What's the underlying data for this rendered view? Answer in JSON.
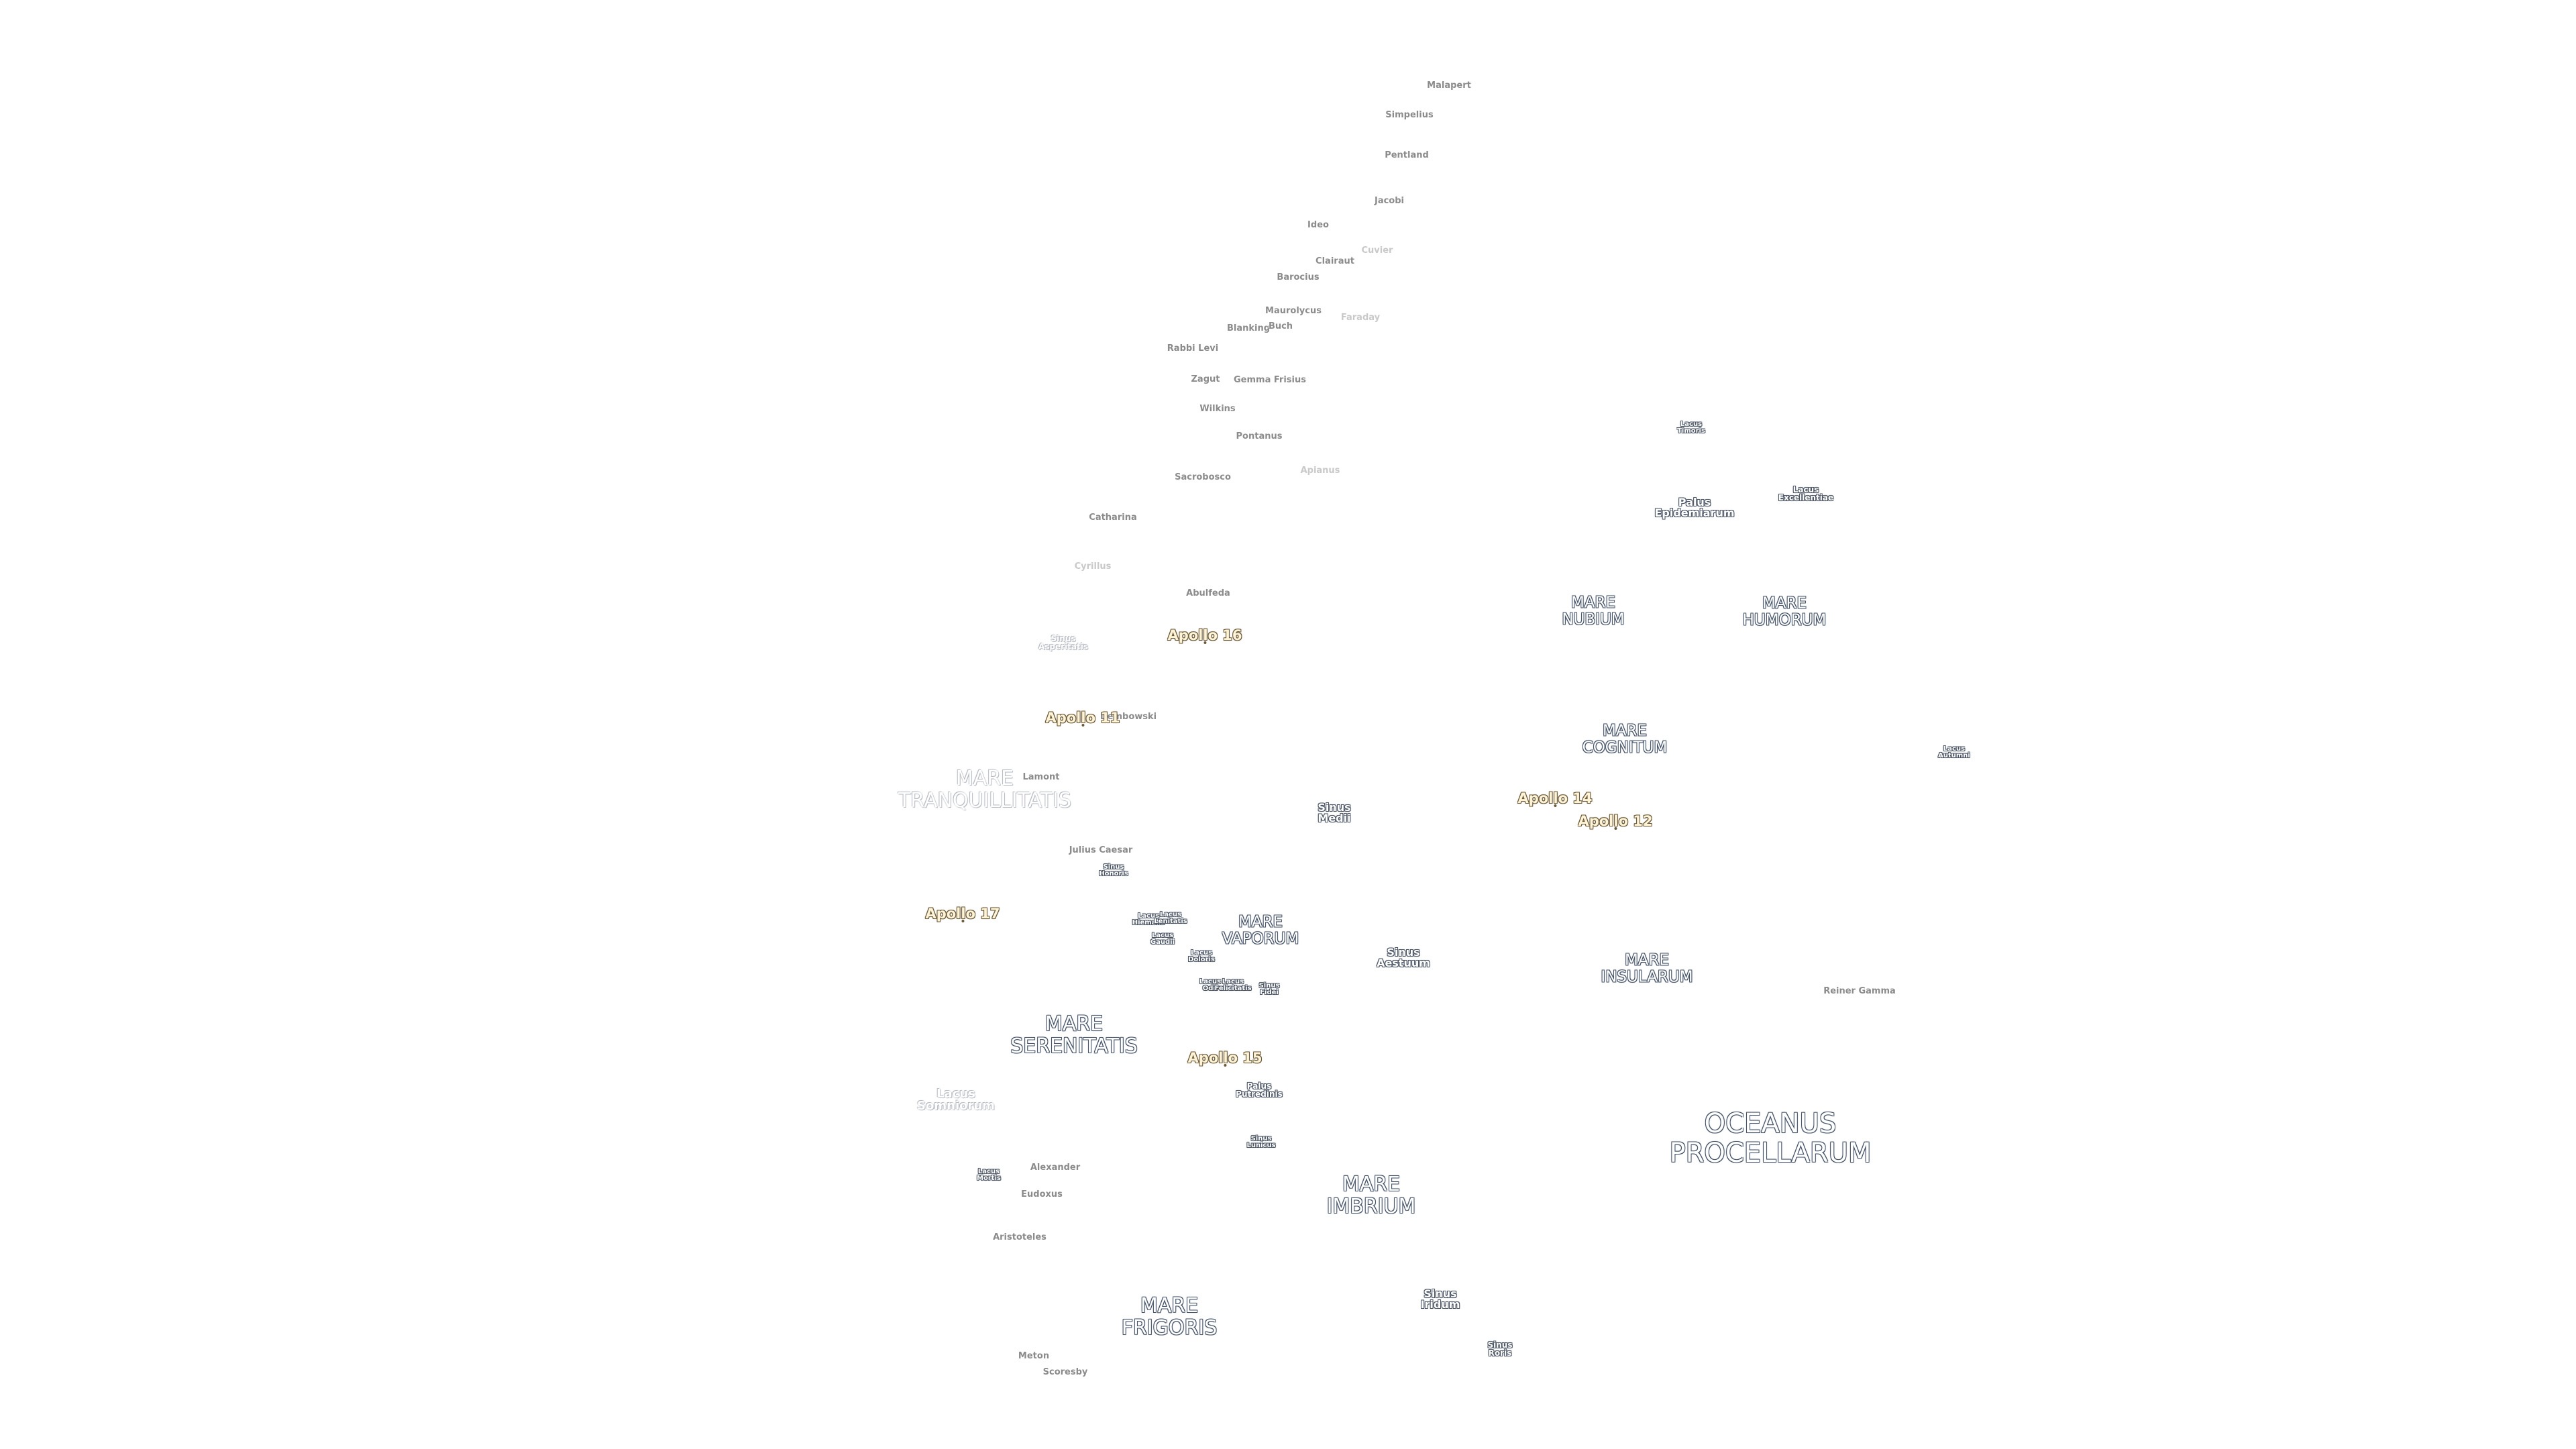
{
  "map": {
    "craters": [
      {
        "id": "malapert",
        "name": "Malapert"
      },
      {
        "id": "simpelius",
        "name": "Simpelius"
      },
      {
        "id": "pentland",
        "name": "Pentland"
      },
      {
        "id": "jacobi",
        "name": "Jacobi"
      },
      {
        "id": "ideo",
        "name": "Ideo"
      },
      {
        "id": "clairaut",
        "name": "Clairaut"
      },
      {
        "id": "cuvier",
        "name": "Cuvier"
      },
      {
        "id": "barocius",
        "name": "Barocius"
      },
      {
        "id": "maurolycus",
        "name": "Maurolycus"
      },
      {
        "id": "faraday",
        "name": "Faraday"
      },
      {
        "id": "blanking",
        "name": "Blanking"
      },
      {
        "id": "buch",
        "name": "Buch"
      },
      {
        "id": "rabbi-levi",
        "name": "Rabbi Levi"
      },
      {
        "id": "zagut",
        "name": "Zagut"
      },
      {
        "id": "gemma-frisius",
        "name": "Gemma Frisius"
      },
      {
        "id": "wilkins",
        "name": "Wilkins"
      },
      {
        "id": "pontanus",
        "name": "Pontanus"
      },
      {
        "id": "sacrobosco",
        "name": "Sacrobosco"
      },
      {
        "id": "apianus",
        "name": "Apianus"
      },
      {
        "id": "catharina",
        "name": "Catharina"
      },
      {
        "id": "cyrillus",
        "name": "Cyrillus"
      },
      {
        "id": "abulfeda",
        "name": "Abulfeda"
      },
      {
        "id": "lamont",
        "name": "Lamont"
      },
      {
        "id": "dembowski",
        "name": "Dembowski"
      },
      {
        "id": "julius-caesar",
        "name": "Julius Caesar"
      },
      {
        "id": "alexander",
        "name": "Alexander"
      },
      {
        "id": "eudoxus",
        "name": "Eudoxus"
      },
      {
        "id": "aristoteles",
        "name": "Aristoteles"
      },
      {
        "id": "meton",
        "name": "Meton"
      },
      {
        "id": "scoresby",
        "name": "Scoresby"
      },
      {
        "id": "reiner-gamma",
        "name": "Reiner Gamma"
      }
    ],
    "small_features": [
      {
        "id": "lacus-timoris",
        "name": "Lacus\nTimoris"
      },
      {
        "id": "lacus-excellentiae",
        "name": "Lacus\nExcellentiae"
      },
      {
        "id": "palus-epidemiarum",
        "name": "Palus\nEpidemiarum"
      },
      {
        "id": "sinus-asperitatis",
        "name": "Sinus\nAsperitatis"
      },
      {
        "id": "lacus-autumni",
        "name": "Lacus\nAutumni"
      },
      {
        "id": "sinus-medii",
        "name": "Sinus\nMedii"
      },
      {
        "id": "sinus-honoris",
        "name": "Sinus\nHonoris"
      },
      {
        "id": "lacus-hiemalis",
        "name": "Lacus\nHiemalis"
      },
      {
        "id": "lacus-lenitatis",
        "name": "Lacus\nLenitatis"
      },
      {
        "id": "lacus-gaudii",
        "name": "Lacus\nGaudii"
      },
      {
        "id": "lacus-doloris",
        "name": "Lacus\nDoloris"
      },
      {
        "id": "lacus-odii",
        "name": "Lacus\nOdii"
      },
      {
        "id": "lacus-felicitatis",
        "name": "Lacus\nFelicitatis"
      },
      {
        "id": "sinus-fidei",
        "name": "Sinus\nFidei"
      },
      {
        "id": "sinus-aestuum",
        "name": "Sinus\nAestuum"
      },
      {
        "id": "palus-putredinis",
        "name": "Palus\nPutredinis"
      },
      {
        "id": "sinus-lunicus",
        "name": "Sinus\nLunicus"
      },
      {
        "id": "lacus-somniorum",
        "name": "Lacus\nSomniorum"
      },
      {
        "id": "lacus-mortis",
        "name": "Lacus\nMortis"
      },
      {
        "id": "sinus-iridum",
        "name": "Sinus\nIridum"
      },
      {
        "id": "sinus-roris",
        "name": "Sinus\nRoris"
      }
    ],
    "maria": [
      {
        "id": "mare-nubium",
        "name": "MARE\nNUBIUM"
      },
      {
        "id": "mare-humorum",
        "name": "MARE\nHUMORUM"
      },
      {
        "id": "mare-cognitum",
        "name": "MARE\nCOGNITUM"
      },
      {
        "id": "mare-tranquillitatis",
        "name": "MARE\nTRANQUILLITATIS"
      },
      {
        "id": "mare-vaporum",
        "name": "MARE\nVAPORUM"
      },
      {
        "id": "mare-insularum",
        "name": "MARE\nINSULARUM"
      },
      {
        "id": "mare-serenitatis",
        "name": "MARE\nSERENITATIS"
      },
      {
        "id": "mare-imbrium",
        "name": "MARE\nIMBRIUM"
      },
      {
        "id": "oceanus-procellarum",
        "name": "OCEANUS\nPROCELLARUM"
      },
      {
        "id": "mare-frigoris",
        "name": "MARE\nFRIGORIS"
      }
    ],
    "apollo_sites": [
      {
        "id": "apollo-16",
        "name": "Apollo 16"
      },
      {
        "id": "apollo-11",
        "name": "Apollo 11"
      },
      {
        "id": "apollo-14",
        "name": "Apollo 14"
      },
      {
        "id": "apollo-12",
        "name": "Apollo 12"
      },
      {
        "id": "apollo-17",
        "name": "Apollo 17"
      },
      {
        "id": "apollo-15",
        "name": "Apollo 15"
      }
    ]
  }
}
